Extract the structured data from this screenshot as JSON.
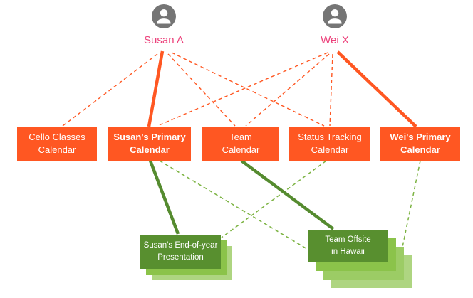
{
  "colors": {
    "calendar_box": "#FF5722",
    "user_name": "#EC407A",
    "avatar_gray": "#757575",
    "event_box": "#588F2F",
    "event_copy_1": "#8BC34A",
    "event_copy_2": "#9CCC65",
    "event_copy_3": "#AED581",
    "orange_line": "#FF5722",
    "green_line_solid": "#558B2F",
    "green_line_dashed": "#7CB342"
  },
  "users": [
    {
      "id": "susan-a",
      "name": "Susan A"
    },
    {
      "id": "wei-x",
      "name": "Wei X"
    }
  ],
  "calendars": [
    {
      "id": "cello-classes",
      "label": "Cello Classes\nCalendar",
      "primary": false
    },
    {
      "id": "susans-primary",
      "label": "Susan's Primary\nCalendar",
      "primary": true
    },
    {
      "id": "team",
      "label": "Team\nCalendar",
      "primary": false
    },
    {
      "id": "status-tracking",
      "label": "Status Tracking\nCalendar",
      "primary": false
    },
    {
      "id": "weis-primary",
      "label": "Wei's Primary\nCalendar",
      "primary": true
    }
  ],
  "events": [
    {
      "id": "susan-presentation",
      "label": "Susan's End-of-year\nPresentation",
      "stack_count": 3
    },
    {
      "id": "team-offsite",
      "label": "Team Offsite\nin Hawaii",
      "stack_count": 4
    }
  ],
  "edges": [
    {
      "from": "susan-a",
      "to": "cello-classes",
      "style": "dashed",
      "color": "orange"
    },
    {
      "from": "susan-a",
      "to": "team",
      "style": "dashed",
      "color": "orange"
    },
    {
      "from": "susan-a",
      "to": "status-tracking",
      "style": "dashed",
      "color": "orange"
    },
    {
      "from": "wei-x",
      "to": "susans-primary",
      "style": "dashed",
      "color": "orange"
    },
    {
      "from": "wei-x",
      "to": "team",
      "style": "dashed",
      "color": "orange"
    },
    {
      "from": "wei-x",
      "to": "status-tracking",
      "style": "dashed",
      "color": "orange"
    },
    {
      "from": "susan-a",
      "to": "susans-primary",
      "style": "solid",
      "color": "orange"
    },
    {
      "from": "wei-x",
      "to": "weis-primary",
      "style": "solid",
      "color": "orange"
    },
    {
      "from": "susans-primary",
      "to": "team-offsite",
      "style": "dashed",
      "color": "green"
    },
    {
      "from": "status-tracking",
      "to": "susan-presentation",
      "style": "dashed",
      "color": "green"
    },
    {
      "from": "weis-primary",
      "to": "team-offsite",
      "style": "dashed",
      "color": "green"
    },
    {
      "from": "susans-primary",
      "to": "susan-presentation",
      "style": "solid",
      "color": "green"
    },
    {
      "from": "team",
      "to": "team-offsite",
      "style": "solid",
      "color": "green"
    }
  ]
}
